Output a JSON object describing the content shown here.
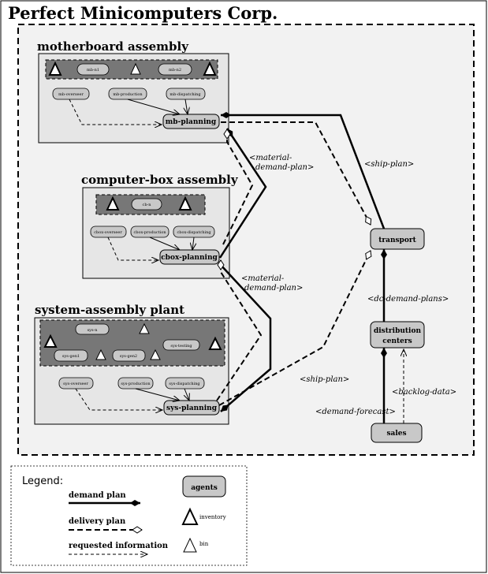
{
  "title": "Perfect Minicomputers Corp.",
  "groups": {
    "motherboard": {
      "heading": "motherboard assembly",
      "inventory_agents": [
        "mb-n1",
        "mb-n2"
      ],
      "sub_agents": [
        "mb-overseer",
        "mb-production",
        "mb-dispatching"
      ],
      "planning": "mb-planning"
    },
    "cbox": {
      "heading": "computer-box assembly",
      "inventory_agents": [
        "cb-n"
      ],
      "sub_agents": [
        "cbox-overseer",
        "cbox-production",
        "cbox-dispatching"
      ],
      "planning": "cbox-planning"
    },
    "system": {
      "heading": "system-assembly plant",
      "inventory_agents": [
        "sys-n",
        "sys-gen1",
        "sys-gen2",
        "sys-testing"
      ],
      "sub_agents": [
        "sys-overseer",
        "sys-production",
        "sys-dispatching"
      ],
      "planning": "sys-planning"
    }
  },
  "agents": {
    "transport": "transport",
    "distribution_line1": "distribution",
    "distribution_line2": "centers",
    "sales": "sales"
  },
  "edge_labels": {
    "mdp1_line1": "<material-",
    "mdp1_line2": "demand-plan>",
    "mdp2_line1": "<material-",
    "mdp2_line2": "demand-plan>",
    "ship_plan_top": "<ship-plan>",
    "ship_plan_bottom": "<ship-plan>",
    "dc_demand": "<dc-demand-plans>",
    "backlog": "<backlog-data>",
    "demand_forecast": "<demand-forecast>"
  },
  "legend": {
    "title": "Legend:",
    "demand_plan": "demand plan",
    "delivery_plan": "delivery plan",
    "requested_information": "requested information",
    "agents": "agents",
    "inventory": "inventory",
    "bin": "bin"
  },
  "colors": {
    "panel": "#e6e6e6",
    "agent_fill": "#c8c8c8",
    "inventory_band": "#777777",
    "outer_background": "#f2f2f2"
  }
}
